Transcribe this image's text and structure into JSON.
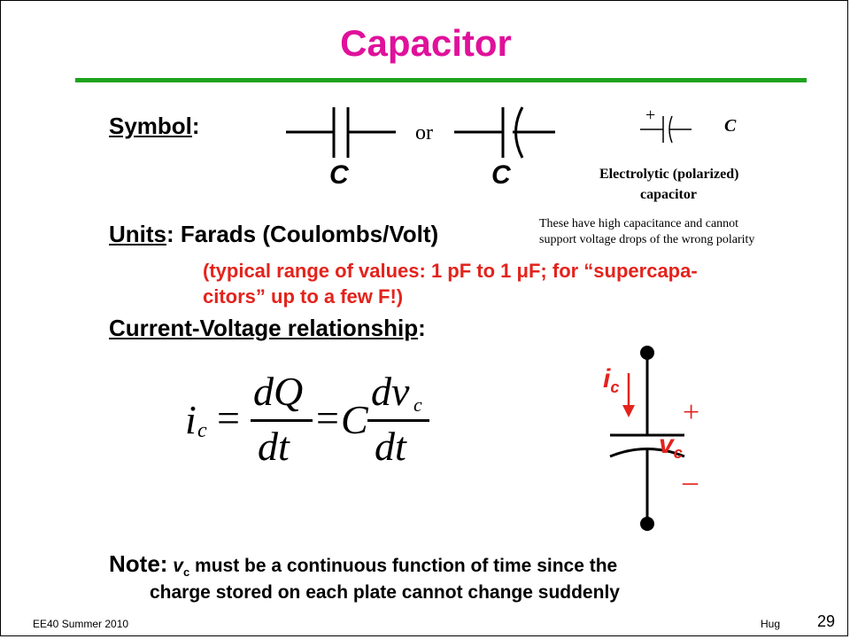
{
  "slide": {
    "title": "Capacitor",
    "symbol": {
      "label": "Symbol",
      "colon": ":",
      "or_text": "or",
      "cap_label_1": "C",
      "cap_label_2": "C",
      "plus_sign": "+",
      "electrolytic_c": "C",
      "electrolytic_line1": "Electrolytic (polarized)",
      "electrolytic_line2": "capacitor",
      "note_line1": "These have high capacitance and cannot",
      "note_line2": "support voltage drops of the  wrong polarity"
    },
    "units": {
      "label": "Units",
      "text": ":  Farads (Coulombs/Volt)",
      "range_line1": "(typical range of values: 1 pF to 1 μF; for “supercapa-",
      "range_line2": "citors” up to a few F!)"
    },
    "current_voltage": {
      "label": "Current-Voltage relationship",
      "colon": ":"
    },
    "equation": {
      "lhs_i": "i",
      "lhs_sub": "c",
      "eq1": "=",
      "frac1_num": "dQ",
      "frac1_den": "dt",
      "eq2": "=",
      "coef": "C",
      "frac2_num_d": "dv",
      "frac2_num_sub": "c",
      "frac2_den": "dt"
    },
    "circuit": {
      "current_i": "i",
      "current_sub": "c",
      "plus": "+",
      "voltage_v": "v",
      "voltage_sub": "c",
      "minus": "–"
    },
    "note": {
      "label": "Note:",
      "v": "v",
      "v_sub": "c",
      "line1_rest": " must be a continuous function of time since the",
      "line2": "charge stored on each plate cannot change suddenly"
    },
    "footer": {
      "course": "EE40 Summer 2010",
      "author": "Hug",
      "page": "29"
    }
  }
}
